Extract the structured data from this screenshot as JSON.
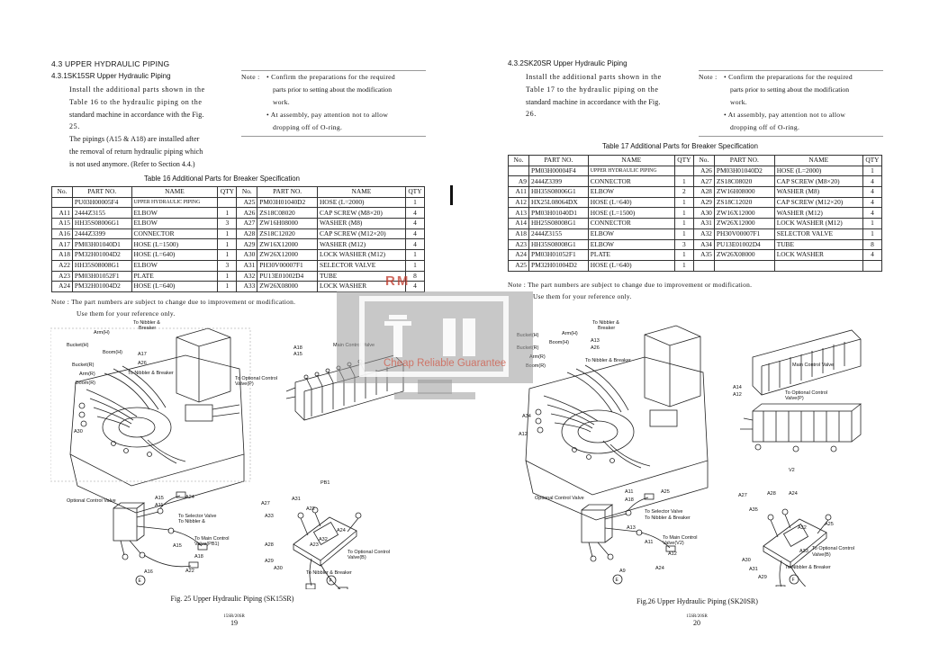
{
  "left": {
    "section_title": "4.3  UPPER HYDRAULIC PIPING",
    "sub_title": "4.3.1SK15SR Upper Hydraulic Piping",
    "body_lines": [
      "Install the additional parts shown in the",
      "Table 16 to the hydraulic piping on the",
      "standard machine in accordance with the Fig.",
      "25.",
      "The pipings (A15 & A18) are installed after",
      "the removal of return hydraulic piping which",
      "is not used anymore. (Refer to Section 4.4.)"
    ],
    "note_label": "Note :",
    "note_lines": [
      "• Confirm the preparations for the required",
      "parts prior to setting about the modification",
      "work.",
      "• At assembly, pay attention not to allow",
      "dropping off of O-ring."
    ],
    "table_caption": "Table 16 Additional Parts for Breaker Specification",
    "table_headers": [
      "No.",
      "PART NO.",
      "NAME",
      "QTY",
      "No.",
      "PART NO.",
      "NAME",
      "QTY"
    ],
    "table_rows": [
      [
        "",
        "PU03H00005F4",
        "UPPER HYDRAULIC PIPING",
        "",
        "A25",
        "PM03H01040D2",
        "HOSE (L=2000)",
        "1"
      ],
      [
        "A11",
        "2444Z3155",
        "ELBOW",
        "1",
        "A26",
        "ZS18C08020",
        "CAP SCREW (M8×20)",
        "4"
      ],
      [
        "A15",
        "HH35S08006G1",
        "ELBOW",
        "3",
        "A27",
        "ZW16H08000",
        "WASHER (M8)",
        "4"
      ],
      [
        "A16",
        "2444Z3399",
        "CONNECTOR",
        "1",
        "A28",
        "ZS18C12020",
        "CAP SCREW (M12×20)",
        "4"
      ],
      [
        "A17",
        "PM03H01040D1",
        "HOSE (L=1500)",
        "1",
        "A29",
        "ZW16X12000",
        "WASHER (M12)",
        "4"
      ],
      [
        "A18",
        "PM32H01004D2",
        "HOSE (L=640)",
        "1",
        "A30",
        "ZW26X12000",
        "LOCK WASHER (M12)",
        "1"
      ],
      [
        "A22",
        "HH35S08008G1",
        "ELBOW",
        "3",
        "A31",
        "PH30V00007F1",
        "SELECTOR VALVE",
        "1"
      ],
      [
        "A23",
        "PM03H01052F1",
        "PLATE",
        "1",
        "A32",
        "PU13E01002D4",
        "TUBE",
        "8"
      ],
      [
        "A24",
        "PM32H01004D2",
        "HOSE (L=640)",
        "1",
        "A33",
        "ZW26X08000",
        "LOCK WASHER",
        "4"
      ]
    ],
    "footnote_lines": [
      "Note :  The part numbers are subject to change due to improvement or modification.",
      "Use them for your reference only."
    ],
    "figure_caption": "Fig. 25  Upper Hydraulic Piping (SK15SR)",
    "foot_code": "15SR/20SR",
    "page_number": "19",
    "diagram_labels": {
      "to_nibbler_breaker": "To Nibbler &",
      "breaker": "Breaker",
      "arm_h": "Arm(H)",
      "bucket_h": "Bucket(H)",
      "boom_h": "Boom(H)",
      "bucket_r": "Bucket(R)",
      "arm_r": "Arm(R)",
      "boom_r": "Boom(R)",
      "a17": "A17",
      "a26": "A26",
      "to_nb": "To Nibbler & Breaker",
      "a30": "A30",
      "a18": "A18",
      "a15": "A15",
      "main_cv": "Main Control Valve",
      "to_opt_cv": "To Optional Control",
      "valve_p": "Valve(P)",
      "opt_cv": "Optional Control Valve",
      "a11": "A11",
      "a24": "A24",
      "to_sel": "To Selector Valve",
      "to_main_cv": "To Main Control",
      "valve_pb1": "Valve(PB1)",
      "a16": "A16",
      "a22": "A22",
      "a27": "A27",
      "a31": "A31",
      "a33": "A33",
      "a23": "A23",
      "a32": "A32",
      "a28": "A28",
      "a29": "A29",
      "to_opt_cv_b": "To Optional Control",
      "valve_b": "Valve(B)",
      "to_nb2": "To Nibbler & Breaker",
      "pb1": "PB1",
      "e": "E",
      "f": "F"
    }
  },
  "right": {
    "sub_title": "4.3.2SK20SR Upper Hydraulic Piping",
    "body_lines": [
      "Install the additional parts shown in the",
      "Table 17 to the hydraulic piping on the",
      "standard machine in accordance with the Fig.",
      "26."
    ],
    "note_label": "Note :",
    "note_lines": [
      "• Confirm the preparations for the required",
      "parts prior to setting about the modification",
      "work.",
      "• At assembly, pay attention not to allow",
      "dropping off of O-ring."
    ],
    "table_caption": "Table 17 Additional Parts for Breaker Specification",
    "table_headers": [
      "No.",
      "PART NO.",
      "NAME",
      "QTY",
      "No.",
      "PART NO.",
      "NAME",
      "QTY"
    ],
    "table_rows": [
      [
        "",
        "PM03H00004F4",
        "UPPER HYDRAULIC PIPING",
        "",
        "A26",
        "PM03H01040D2",
        "HOSE (L=2000)",
        "1"
      ],
      [
        "A9",
        "2444Z3399",
        "CONNECTOR",
        "1",
        "A27",
        "ZS18C08020",
        "CAP SCREW (M8×20)",
        "4"
      ],
      [
        "A11",
        "HH35S08006G1",
        "ELBOW",
        "2",
        "A28",
        "ZW16H08000",
        "WASHER (M8)",
        "4"
      ],
      [
        "A12",
        "HX25L08064DX",
        "HOSE (L=640)",
        "1",
        "A29",
        "ZS18C12020",
        "CAP SCREW (M12×20)",
        "4"
      ],
      [
        "A13",
        "PM03H01040D1",
        "HOSE (L=1500)",
        "1",
        "A30",
        "ZW16X12000",
        "WASHER (M12)",
        "4"
      ],
      [
        "A14",
        "HH25S08008G1",
        "CONNECTOR",
        "1",
        "A31",
        "ZW26X12000",
        "LOCK WASHER (M12)",
        "1"
      ],
      [
        "A18",
        "2444Z3155",
        "ELBOW",
        "1",
        "A32",
        "PH30V00007F1",
        "SELECTOR VALVE",
        "1"
      ],
      [
        "A23",
        "HH35S08008G1",
        "ELBOW",
        "3",
        "A34",
        "PU13E01002D4",
        "TUBE",
        "8"
      ],
      [
        "A24",
        "PM03H01052F1",
        "PLATE",
        "1",
        "A35",
        "ZW26X08000",
        "LOCK WASHER",
        "4"
      ],
      [
        "A25",
        "PM32H01004D2",
        "HOSE (L=640)",
        "1",
        "",
        "",
        "",
        ""
      ]
    ],
    "footnote_lines": [
      "Note :  The part numbers are subject to change due to improvement or modification.",
      "Use them for your reference only."
    ],
    "figure_caption": "Fig.26  Upper Hydraulic Piping (SK20SR)",
    "foot_code": "15SR/20SR",
    "page_number": "20",
    "diagram_labels": {
      "to_nibbler": "To Nibbler &",
      "breaker": "Breaker",
      "a13": "A13",
      "a26": "A26",
      "bucket_h": "Bucket(H)",
      "arm_h": "Arm(H)",
      "boom_h": "Boom(H)",
      "bucket_r": "Bucket(R)",
      "arm_r": "Arm(R)",
      "boom_r": "Boom(R)",
      "to_nb": "To Nibbler & Breaker",
      "a12": "A12",
      "a34": "A34",
      "main_cv": "Main Control Valve",
      "a14": "A14",
      "to_opt_cv": "To Optional Control",
      "valve_p": "Valve(P)",
      "v2": "V2",
      "opt_cv": "Optional Control Valve",
      "a11": "A11",
      "a18": "A18",
      "a25": "A25",
      "to_sel": "To Selector Valve",
      "to_nb2": "To Nibbler & Breaker",
      "a13b": "A13",
      "to_main_cv": "To Main Control",
      "valve_v2": "Valve(V2)",
      "a9": "A9",
      "a24": "A24",
      "a27": "A27",
      "a28": "A28",
      "a35": "A35",
      "a32": "A32",
      "a33": "A33",
      "to_opt_cv_b": "To Optional Control",
      "valve_b": "Valve(B)",
      "a30": "A30",
      "a31": "A31",
      "a29": "A29",
      "to_nb3": "To Nibbler & Breaker",
      "e": "E",
      "f": "F"
    }
  },
  "watermark": {
    "brand": "RM",
    "slogan": "Cheap Reliable Guarantee",
    "color": "#c0392b"
  }
}
